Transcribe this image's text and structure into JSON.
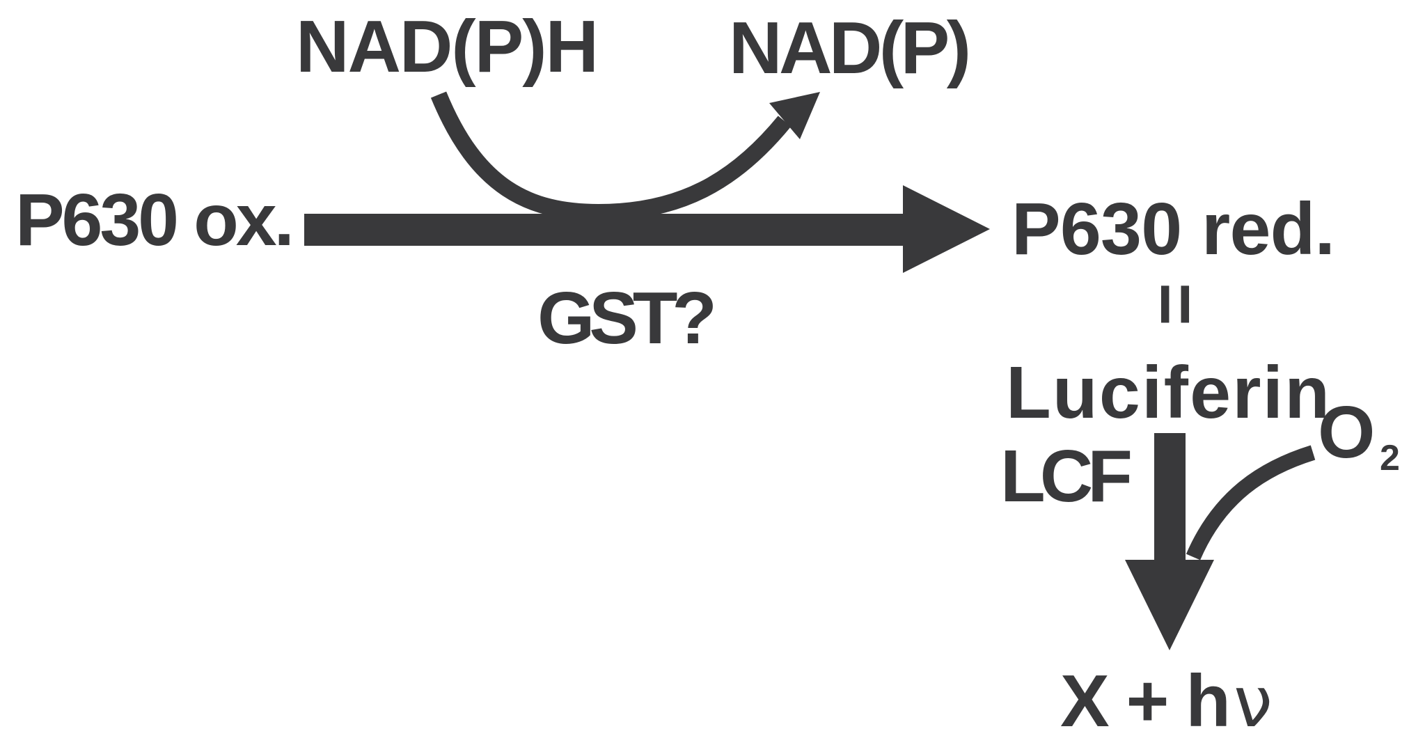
{
  "diagram": {
    "type": "biochemical-reaction-scheme",
    "colors": {
      "ink": "#39393b",
      "background": "#ffffff"
    },
    "labels": {
      "cofactor_reduced": "NAD(P)H",
      "cofactor_oxidized": "NAD(P)",
      "substrate": "P630 ox.",
      "enzyme_main": "GST?",
      "product": "P630 red.",
      "identity_symbol": "=",
      "luciferin": "Luciferin",
      "enzyme_light": "LCF",
      "oxygen_base": "O",
      "oxygen_subscript": "2",
      "end_products": "X + h",
      "photon_symbol": "ν"
    }
  }
}
